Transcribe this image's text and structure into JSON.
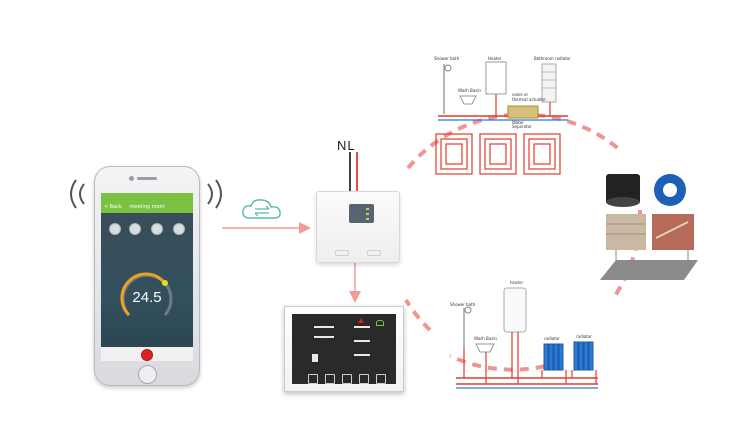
{
  "labels": {
    "nl": "NL",
    "phone_back": "< Back",
    "phone_room": "meeting room",
    "phone_temp": "24.5",
    "floor_shower": "Shower bath",
    "floor_heater": "Heater",
    "floor_bath_radiator": "Bathroom radiator",
    "floor_wash": "Wash Basin",
    "floor_valve": "valve or",
    "floor_actuator": "thermal actuator",
    "floor_water_sep1": "Water",
    "floor_water_sep2": "Separator",
    "rad_heater": "heater",
    "rad_shower": "Shower bath",
    "rad_wash": "Wash Basin",
    "rad_radiator_1": "radiator",
    "rad_radiator_2": "radiator"
  },
  "colors": {
    "app_green": "#7cc242",
    "arrow_pink": "#f29a9a",
    "dashed_circle": "#f08080",
    "pipe_red": "#e23b2c",
    "thermostat_accent": "#e02020"
  },
  "icons": {
    "wifi_left": "wifi-waves-icon",
    "wifi_right": "wifi-waves-icon",
    "cloud": "cloud-sync-icon",
    "power": "power-icon"
  }
}
